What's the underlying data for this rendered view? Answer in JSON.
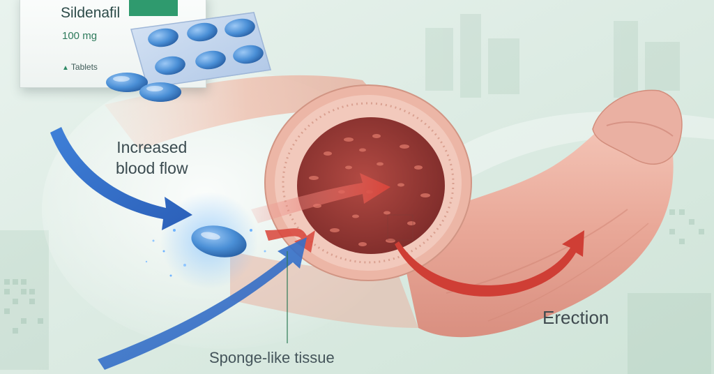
{
  "medication": {
    "name": "Sildenafil",
    "dose": "100 mg",
    "form": "Tablets"
  },
  "labels": {
    "blood_flow_line1": "Increased",
    "blood_flow_line2": "blood flow",
    "tissue": "Sponge-like tissue",
    "result": "Erection"
  },
  "colors": {
    "pill_blue": "#4a8fd6",
    "blood_red": "#d8443a",
    "tissue_pink": "#e8a79a",
    "lumen_red": "#9c3b36",
    "background_green": "#dfeee6"
  }
}
